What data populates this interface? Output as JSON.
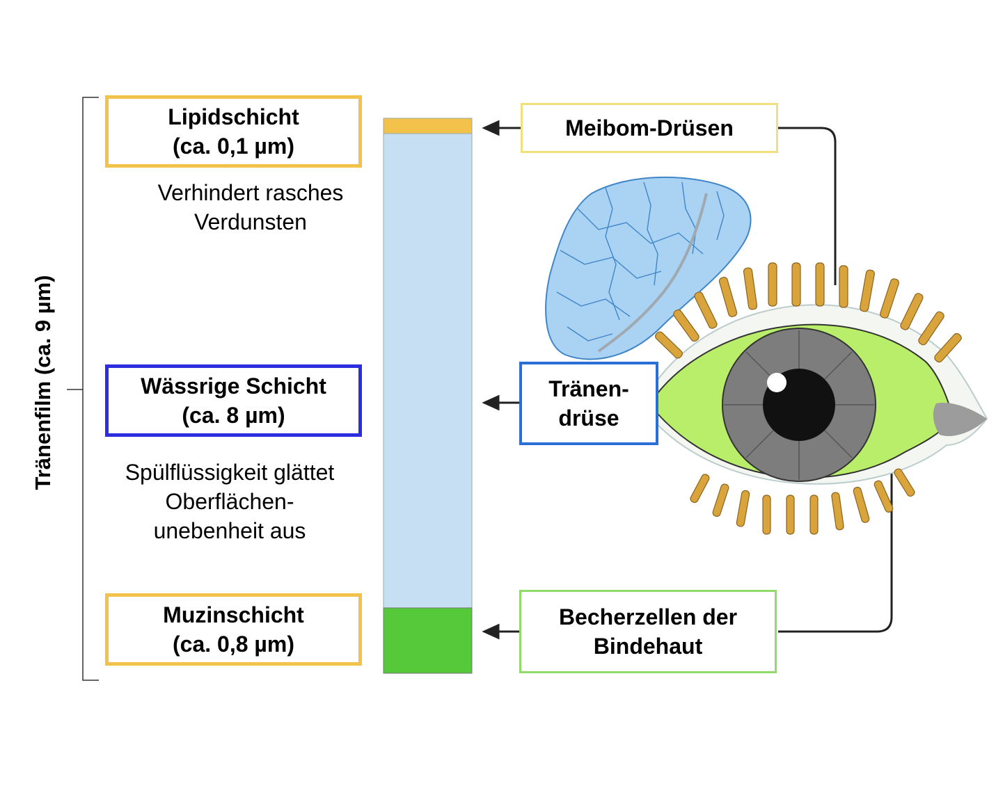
{
  "tear_film": {
    "label": "Tränenfilm (ca. 9 µm)"
  },
  "layers": {
    "lipid": {
      "title": "Lipidschicht",
      "thickness": "(ca. 0,1 µm)",
      "description": [
        "Verhindert rasches",
        "Verdunsten"
      ],
      "color": "#f2c24a"
    },
    "aqueous": {
      "title": "Wässrige Schicht",
      "thickness": "(ca. 8 µm)",
      "description": [
        "Spülflüssigkeit glättet",
        "Oberflächen-",
        "unebenheit aus"
      ],
      "color": "#c6dff2"
    },
    "mucin": {
      "title": "Muzinschicht",
      "thickness": "(ca. 0,8 µm)",
      "color": "#55c93a"
    }
  },
  "sources": {
    "meibom": {
      "label": "Meibom-Drüsen"
    },
    "lacrimal": {
      "label": [
        "Tränen-",
        "drüse"
      ]
    },
    "goblet": {
      "label": [
        "Becherzellen der",
        "Bindehaut"
      ]
    }
  },
  "colors": {
    "yellow_border": "#f2c24a",
    "blue_border": "#2d2de0",
    "lacrimal_border": "#2a6fd6",
    "green_border": "#8fdc6a",
    "meibom_border": "#f4e07a",
    "gland": "#a9d2f3",
    "sclera": "#b8ee6a",
    "iris": "#7d7d7d",
    "lashes": "#d9a43c"
  }
}
